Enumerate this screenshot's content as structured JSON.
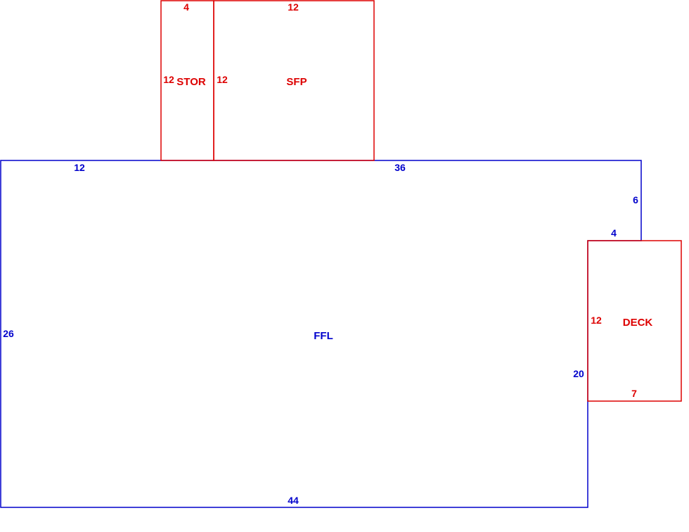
{
  "colors": {
    "main": "#0000cc",
    "addition": "#dd0000"
  },
  "areas": {
    "ffl": {
      "label": "FFL",
      "dims": {
        "top_left": "12",
        "top_right": "36",
        "right_upper": "6",
        "step": "4",
        "right_lower": "20",
        "bottom": "44",
        "left": "26"
      }
    },
    "stor": {
      "label": "STOR",
      "dims": {
        "top": "4",
        "left": "12"
      }
    },
    "sfp": {
      "label": "SFP",
      "dims": {
        "top": "12",
        "left": "12"
      }
    },
    "deck": {
      "label": "DECK",
      "dims": {
        "left": "12",
        "bottom": "7"
      }
    }
  }
}
